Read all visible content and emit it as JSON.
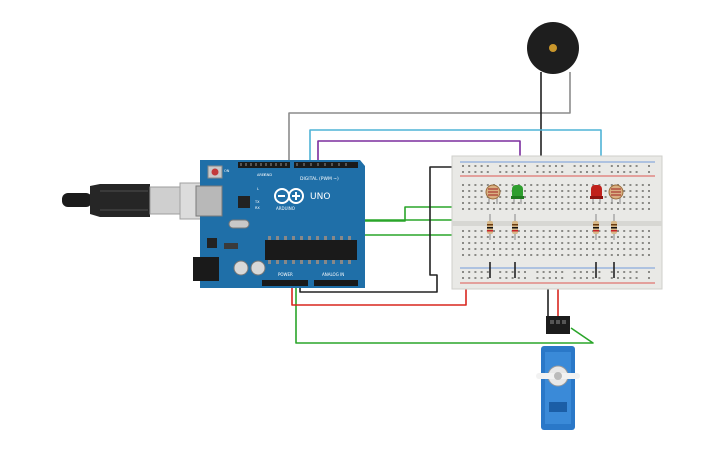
{
  "arduino": {
    "brand": "ARDUINO",
    "model": "UNO",
    "digital_label": "DIGITAL (PWM ~)",
    "power_label": "POWER",
    "analog_label": "ANALOG IN",
    "aref_label": "AREF",
    "gnd_label": "GND",
    "tx_label": "TX",
    "rx_label": "RX",
    "on_label": "ON",
    "l_label": "L",
    "board_color": "#1f6fa8"
  },
  "colors": {
    "wire_black": "#222222",
    "wire_red": "#d8261f",
    "wire_green": "#2aa52a",
    "wire_purple": "#7b2d9e",
    "wire_cyan": "#4fb3d6",
    "wire_gray": "#8c8c8c",
    "led_green": "#2e9e2e",
    "led_red": "#c0201a",
    "servo_blue": "#2a78c8",
    "breadboard": "#e9e9e6"
  },
  "components": [
    {
      "name": "usb-plug",
      "kind": "usb"
    },
    {
      "name": "piezo-buzzer",
      "kind": "buzzer"
    },
    {
      "name": "breadboard",
      "kind": "breadboard"
    },
    {
      "name": "ldr-left",
      "kind": "photoresistor"
    },
    {
      "name": "ldr-right",
      "kind": "photoresistor"
    },
    {
      "name": "led-green",
      "kind": "led",
      "color": "green"
    },
    {
      "name": "led-red",
      "kind": "led",
      "color": "red"
    },
    {
      "name": "resistor-1",
      "kind": "resistor"
    },
    {
      "name": "resistor-2",
      "kind": "resistor"
    },
    {
      "name": "resistor-3",
      "kind": "resistor"
    },
    {
      "name": "resistor-4",
      "kind": "resistor"
    },
    {
      "name": "servo-motor",
      "kind": "servo"
    }
  ]
}
